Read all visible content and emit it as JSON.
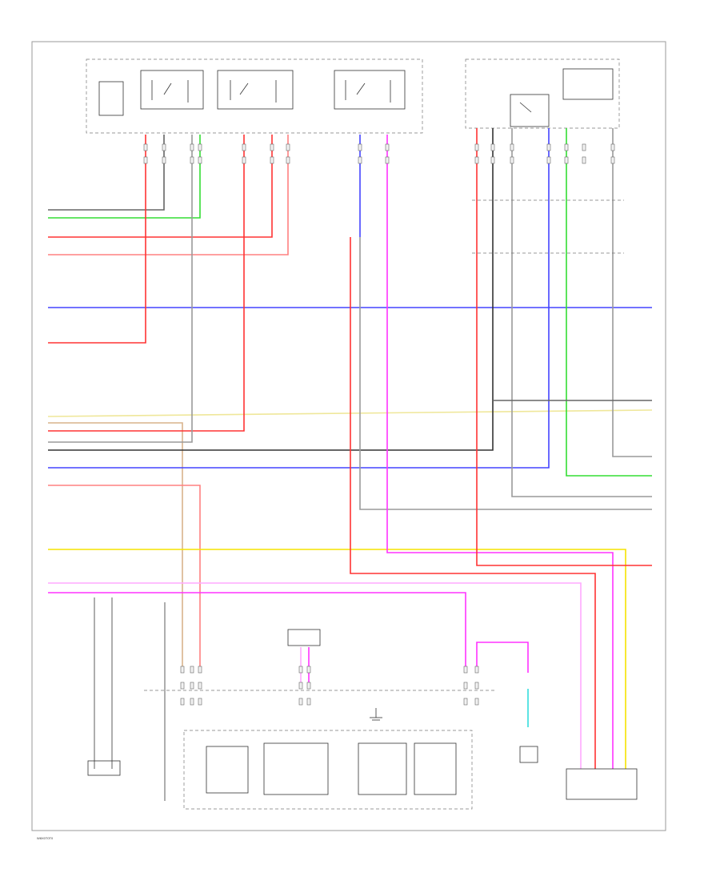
{
  "diagram": {
    "page_label": "W8X0T0T0",
    "wire_colors": {
      "red": "#ff3333",
      "light_red": "#ff8080",
      "blue": "#4444ff",
      "green": "#33dd33",
      "yellow": "#f5e300",
      "light_yellow": "#efe79a",
      "magenta": "#ff33ff",
      "pink": "#ffaaff",
      "gray": "#9a9a9a",
      "dark_gray": "#666666",
      "black": "#333333",
      "cyan": "#33dddd",
      "tan": "#d9b38c",
      "light_green": "#99ee99"
    },
    "symbols": {
      "relay": "relay-coil-switch-symbol",
      "ground": "ground-symbol",
      "connector": "connector-pin-symbol",
      "splice": "splice-dot-symbol"
    }
  }
}
